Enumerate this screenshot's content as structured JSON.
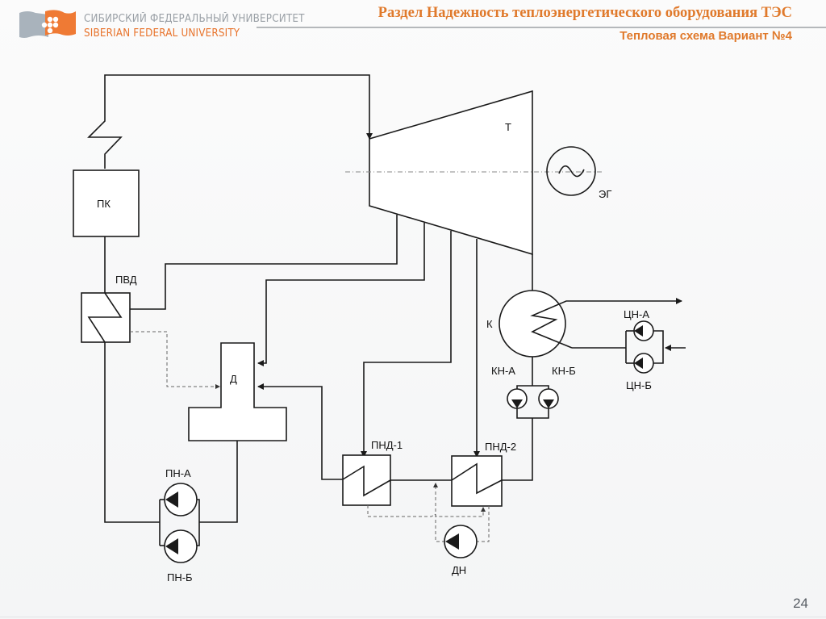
{
  "header": {
    "university_ru": "СИБИРСКИЙ ФЕДЕРАЛЬНЫЙ УНИВЕРСИТЕТ",
    "university_en": "SIBERIAN FEDERAL UNIVERSITY",
    "title": "Раздел Надежность теплоэнергетического оборудования ТЭС",
    "subtitle": "Тепловая схема Вариант №4"
  },
  "colors": {
    "accent": "#e07a2c",
    "logo_gray": "#a9b3bc",
    "logo_orange": "#ef7a34",
    "line": "#1a1a1a"
  },
  "diagram": {
    "labels": {
      "boiler": "ПК",
      "turbine": "Т",
      "generator": "ЭГ",
      "hp_heater": "ПВД",
      "deaerator": "Д",
      "condenser": "К",
      "condensate_pump_a": "КН-А",
      "condensate_pump_b": "КН-Б",
      "circ_pump_a": "ЦН-А",
      "circ_pump_b": "ЦН-Б",
      "lp_heater_1": "ПНД-1",
      "lp_heater_2": "ПНД-2",
      "drain_pump": "ДН",
      "feed_pump_a": "ПН-А",
      "feed_pump_b": "ПН-Б"
    }
  },
  "footer": {
    "page_number": "24"
  }
}
